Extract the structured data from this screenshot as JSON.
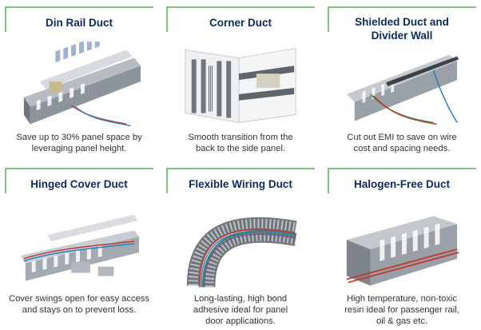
{
  "products": [
    {
      "title": "Din Rail Duct",
      "image_icon": "din-rail-duct-photo",
      "description_line1": "Save up to 30% panel space by",
      "description_line2": "leveraging panel height."
    },
    {
      "title": "Corner Duct",
      "image_icon": "corner-duct-photo",
      "description_line1": "Smooth transition from the",
      "description_line2": "back to the side panel."
    },
    {
      "title_line1": "Shielded Duct and",
      "title_line2": "Divider Wall",
      "image_icon": "shielded-duct-photo",
      "description_line1": "Cut out EMI to save on wire",
      "description_line2": "cost and spacing needs."
    },
    {
      "title": "Hinged Cover Duct",
      "image_icon": "hinged-cover-duct-photo",
      "description_line1": "Cover swings open for easy access",
      "description_line2": "and stays on to prevent loss."
    },
    {
      "title": "Flexible Wiring Duct",
      "image_icon": "flexible-wiring-duct-photo",
      "description_line1": "Long-lasting, high bond",
      "description_line2": "adhesive ideal for panel",
      "description_line3": "door applications."
    },
    {
      "title": "Halogen-Free Duct",
      "image_icon": "halogen-free-duct-photo",
      "description_line1": "High temperature, non-toxic",
      "description_line2": "resin ideal for passenger rail,",
      "description_line3": "oil & gas etc."
    }
  ],
  "colors": {
    "title": "#0d2a5c",
    "accent_border": "#7cc47a",
    "duct_gray": "#8e949b",
    "wire_red": "#c0392b",
    "wire_blue": "#2d7fc1"
  }
}
